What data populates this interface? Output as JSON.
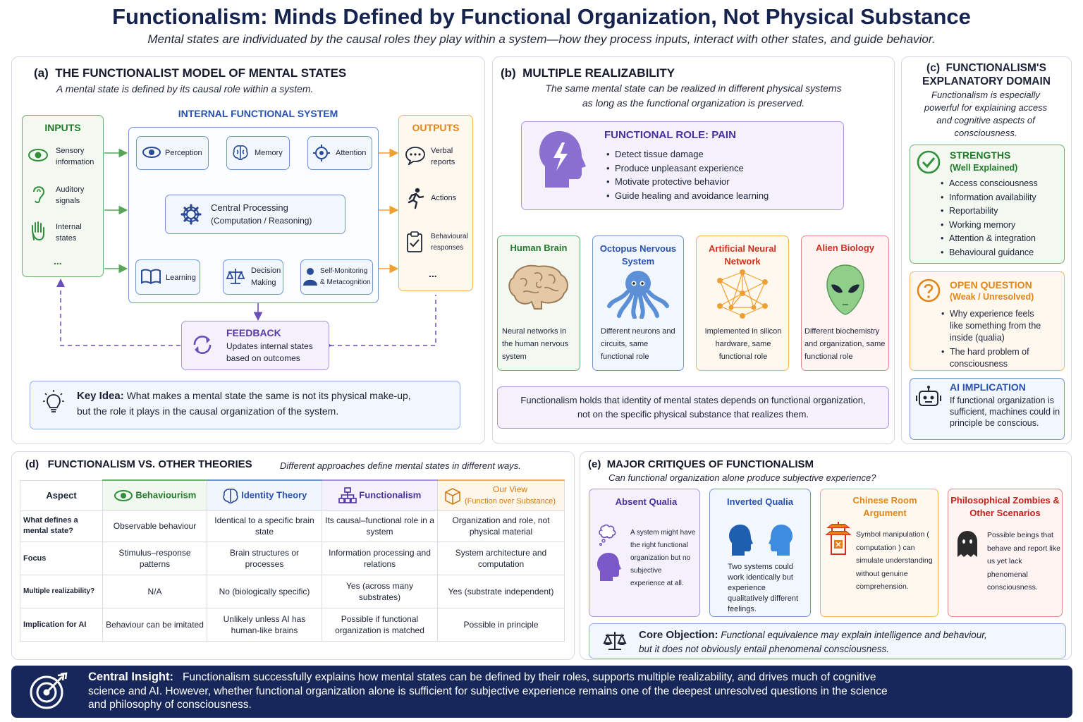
{
  "title": "Functionalism: Minds Defined by Functional Organization, Not Physical Substance",
  "subtitle": "Mental states are individuated by the causal roles they play within a system—how they process inputs, interact with other states, and guide behavior.",
  "a": {
    "label": "(a)",
    "heading": "THE FUNCTIONALIST MODEL OF MENTAL STATES",
    "intro": "A mental state is defined by its causal role within a system.",
    "inputs": {
      "title": "INPUTS",
      "items": [
        "Sensory information",
        "Auditory signals",
        "Internal states"
      ],
      "more": "..."
    },
    "system": {
      "title": "INTERNAL FUNCTIONAL SYSTEM",
      "perception": "Perception",
      "memory": "Memory",
      "attention": "Attention",
      "central1": "Central Processing",
      "central2": "(Computation / Reasoning)",
      "learning": "Learning",
      "decision1": "Decision",
      "decision2": "Making",
      "selfmon1": "Self-Monitoring",
      "selfmon2": "& Metacognition"
    },
    "outputs": {
      "title": "OUTPUTS",
      "items": [
        "Verbal reports",
        "Actions",
        "Behavioural responses"
      ],
      "more": "..."
    },
    "feedback": {
      "title": "FEEDBACK",
      "text1": "Updates internal states",
      "text2": "based on outcomes"
    },
    "key": {
      "label": "Key Idea:",
      "text1": "What makes a mental state the same is not its physical make-up,",
      "text2": "but the role it plays in the causal organization of the system."
    }
  },
  "b": {
    "label": "(b)",
    "heading": "MULTIPLE REALIZABILITY",
    "intro1": "The same mental state can be realized in different physical systems",
    "intro2": "as long as the functional organization is preserved.",
    "role": {
      "title": "FUNCTIONAL ROLE:  PAIN",
      "items": [
        "Detect tissue damage",
        "Produce unpleasant experience",
        "Motivate protective behavior",
        "Guide healing and avoidance learning"
      ]
    },
    "realizers": [
      {
        "title": "Human Brain",
        "text": "Neural networks in the human nervous system"
      },
      {
        "title": "Octopus Nervous System",
        "text": "Different neurons and circuits, same functional role"
      },
      {
        "title": "Artificial Neural Network",
        "text": "Implemented in silicon hardware, same functional role"
      },
      {
        "title": "Alien Biology",
        "text": "Different biochemistry and organization, same functional role"
      }
    ],
    "summary1": "Functionalism holds that identity of mental states depends on functional organization,",
    "summary2": "not on the specific physical substance that realizes them."
  },
  "c": {
    "label": "(c)",
    "heading1": "FUNCTIONALISM'S",
    "heading2": "EXPLANATORY DOMAIN",
    "intro": "Functionalism is especially powerful for explaining access and cognitive aspects of consciousness.",
    "strengths": {
      "title": "STRENGTHS",
      "sub": "(Well Explained)",
      "items": [
        "Access consciousness",
        "Information availability",
        "Reportability",
        "Working memory",
        "Attention & integration",
        "Behavioural guidance"
      ]
    },
    "open": {
      "title": "OPEN QUESTION",
      "sub": "(Weak / Unresolved)",
      "items": [
        "Why experience feels like something from the inside (qualia)",
        "The hard problem of consciousness"
      ]
    },
    "ai": {
      "title": "AI IMPLICATION",
      "text": "If functional organization is sufficient, machines could in principle be conscious."
    }
  },
  "d": {
    "label": "(d)",
    "heading": "FUNCTIONALISM VS. OTHER THEORIES",
    "note": "Different approaches define mental states in different ways.",
    "headers": [
      "Aspect",
      "Behaviourism",
      "Identity Theory",
      "Functionalism",
      "Our View",
      "(Function over Substance)"
    ],
    "rows": [
      [
        "What defines a mental state?",
        "Observable behaviour",
        "Identical to a specific brain state",
        "Its causal–functional role in a system",
        "Organization and role, not physical material"
      ],
      [
        "Focus",
        "Stimulus–response patterns",
        "Brain structures or processes",
        "Information processing and relations",
        "System architecture and computation"
      ],
      [
        "Multiple realizability?",
        "N/A",
        "No (biologically specific)",
        "Yes (across many substrates)",
        "Yes (substrate independent)"
      ],
      [
        "Implication for AI",
        "Behaviour can be imitated",
        "Unlikely unless AI has human-like brains",
        "Possible if functional organization is matched",
        "Possible in principle"
      ]
    ]
  },
  "e": {
    "label": "(e)",
    "heading": "MAJOR CRITIQUES OF FUNCTIONALISM",
    "intro": "Can functional organization alone produce subjective experience?",
    "critiques": [
      {
        "title": "Absent Qualia",
        "text": "A system might have the right functional organization but no subjective experience at all."
      },
      {
        "title": "Inverted Qualia",
        "text": "Two systems could work identically but experience qualitatively different feelings."
      },
      {
        "title": "Chinese Room Argument",
        "text": "Symbol manipulation ( computation ) can simulate understanding without genuine comprehension."
      },
      {
        "title": "Philosophical Zombies & Other Scenarios",
        "text": "Possible beings that behave and report like us yet lack phenomenal consciousness."
      }
    ],
    "core": {
      "label": "Core Objection:",
      "text1": "Functional equivalence may explain intelligence and behaviour,",
      "text2": "but it does not obviously entail phenomenal consciousness."
    }
  },
  "footer": {
    "label": "Central Insight:",
    "text": "Functionalism successfully explains how mental states can be defined by their roles, supports multiple realizability, and drives much of cognitive science and AI. However, whether functional organization alone is sufficient for subjective experience remains one of the deepest unresolved questions in the science and philosophy of consciousness."
  }
}
